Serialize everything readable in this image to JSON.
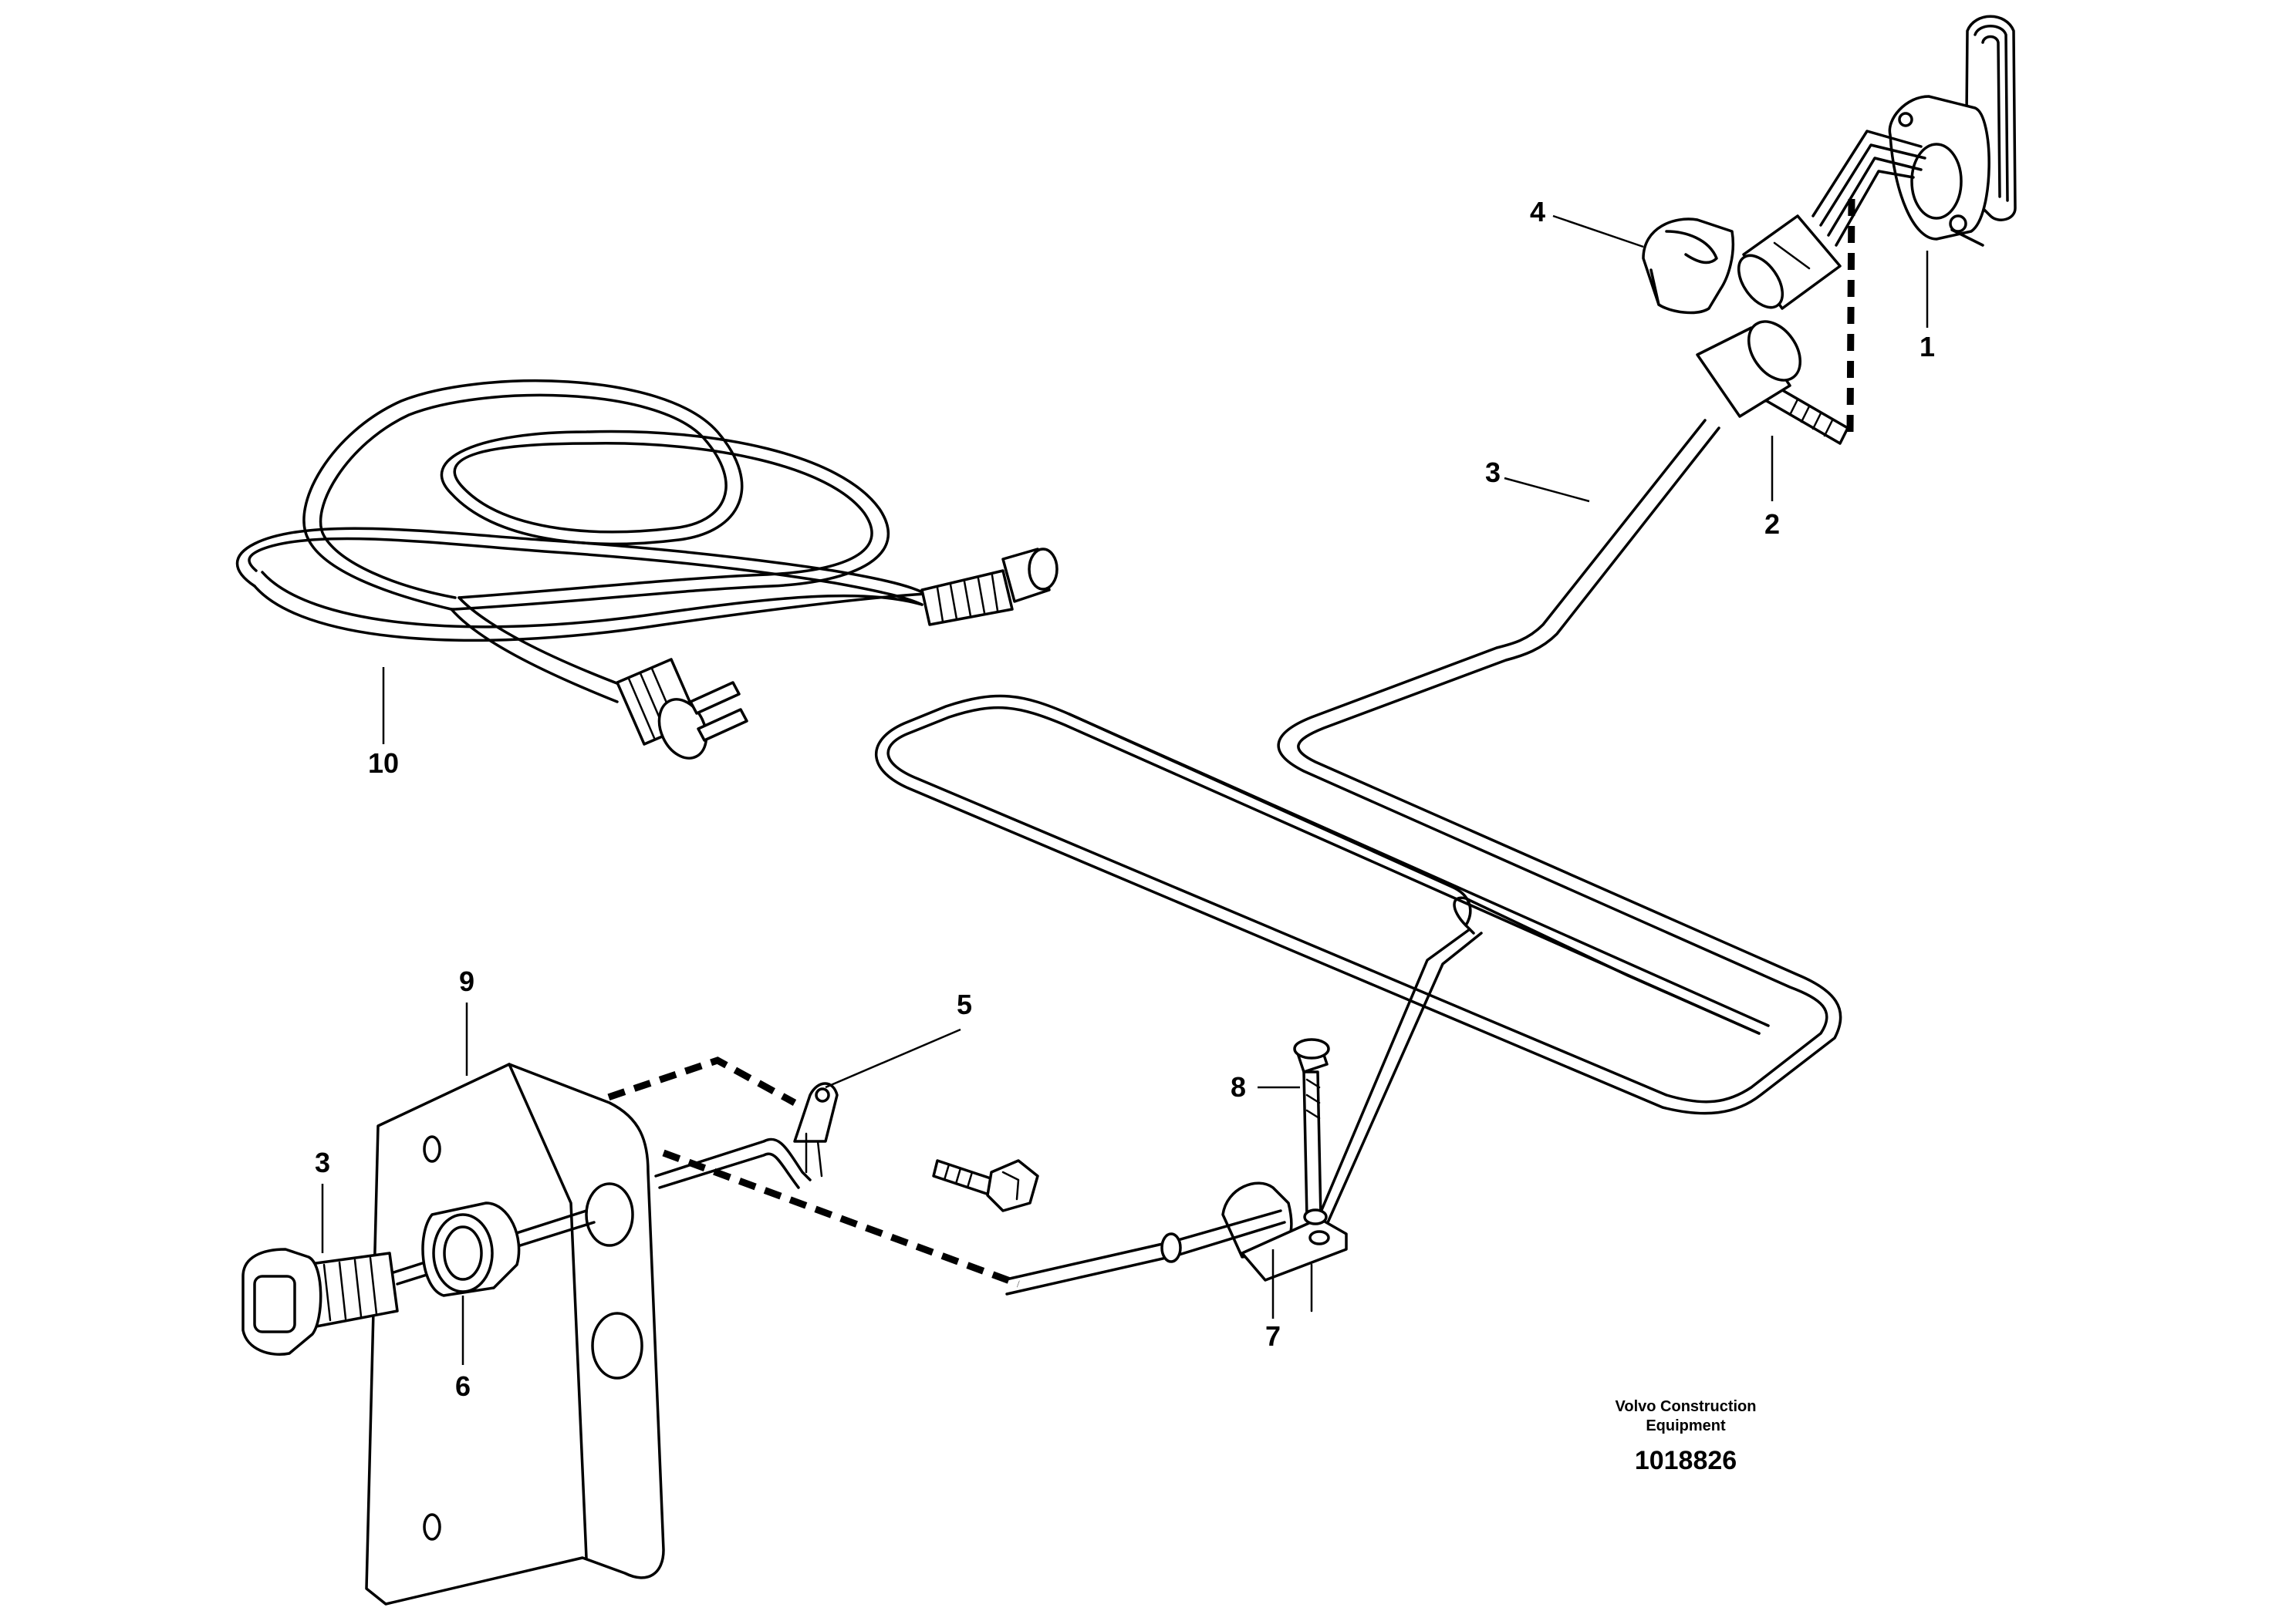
{
  "labels": {
    "item_1": "1",
    "item_2": "2",
    "item_3_upper": "3",
    "item_3_lower": "3",
    "item_4": "4",
    "item_5": "5",
    "item_6": "6",
    "item_7": "7",
    "item_8": "8",
    "item_9": "9",
    "item_10": "10"
  },
  "caption": {
    "company_line1": "Volvo Construction",
    "company_line2": "Equipment",
    "drawing_number": "1018826"
  }
}
